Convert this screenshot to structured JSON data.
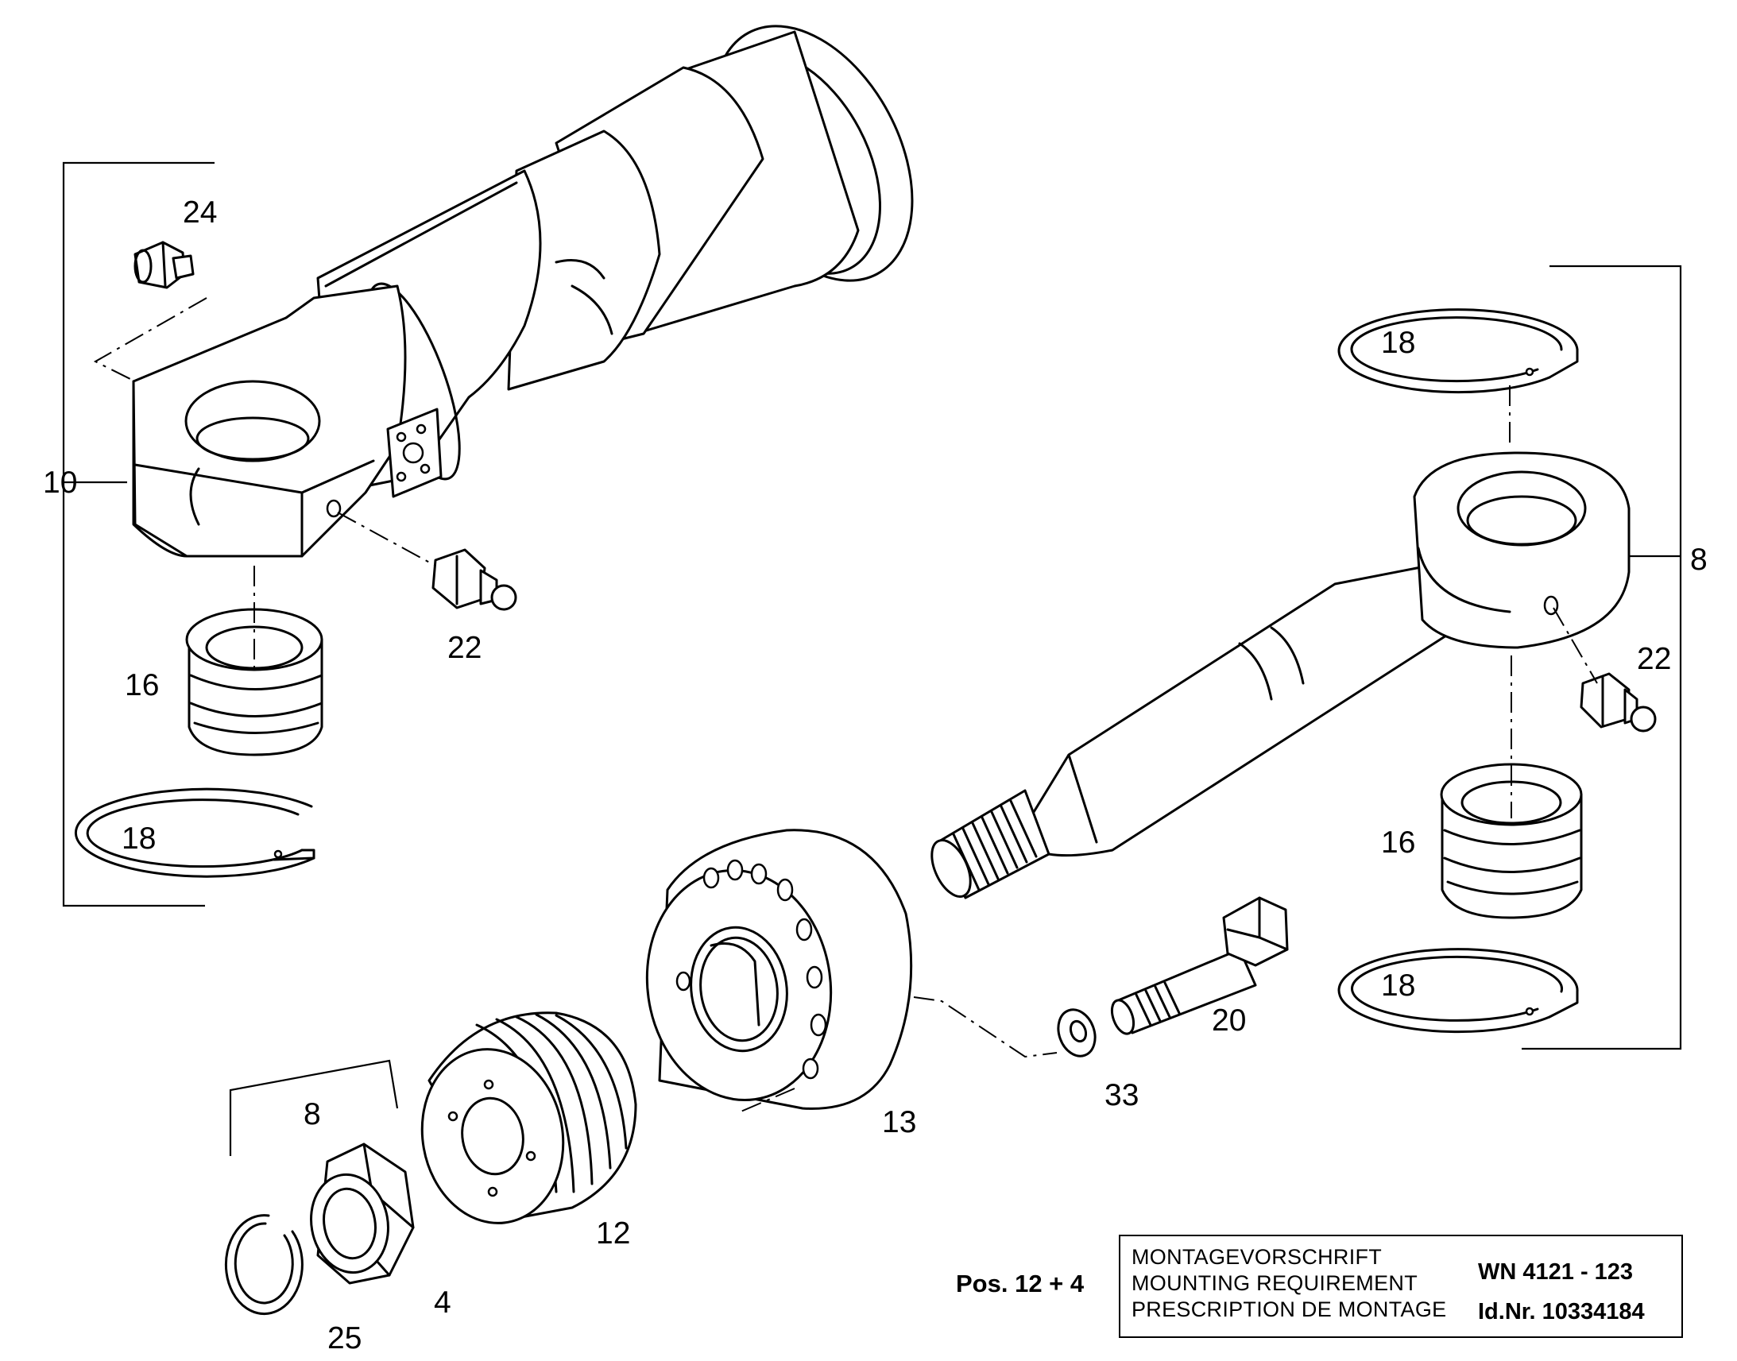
{
  "drawing": {
    "callouts": {
      "c24": "24",
      "c10": "10",
      "c22_left": "22",
      "c16_left": "16",
      "c18_left": "18",
      "c18_top_right": "18",
      "c8_right": "8",
      "c22_right": "22",
      "c16_right": "16",
      "c18_bottom_right": "18",
      "c20": "20",
      "c33": "33",
      "c13": "13",
      "c12": "12",
      "c8_bottom": "8",
      "c4": "4",
      "c25": "25"
    }
  },
  "note": {
    "position": "Pos. 12 + 4"
  },
  "mounting_box": {
    "line1": "MONTAGEVORSCHRIFT",
    "line2": "MOUNTING REQUIREMENT",
    "line3": "PRESCRIPTION DE MONTAGE",
    "standard": "WN 4121 - 123",
    "id_number": "Id.Nr. 10334184"
  }
}
